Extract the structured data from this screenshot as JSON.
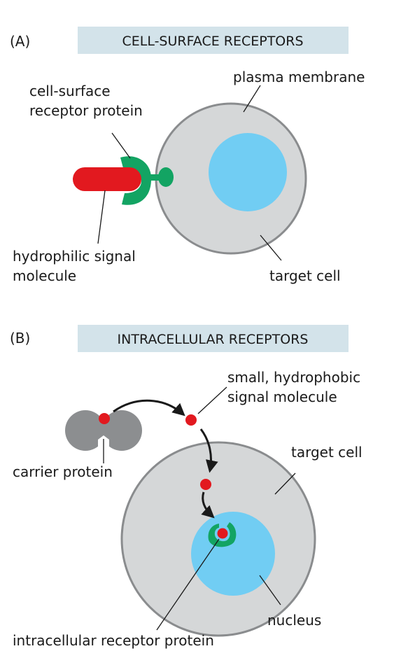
{
  "panel_a": {
    "letter": "(A)",
    "banner": "CELL-SURFACE RECEPTORS",
    "labels": {
      "receptor_line1": "cell-surface",
      "receptor_line2": "receptor protein",
      "membrane": "plasma membrane",
      "signal_line1": "hydrophilic signal",
      "signal_line2": "molecule",
      "cell": "target cell"
    }
  },
  "panel_b": {
    "letter": "(B)",
    "banner": "INTRACELLULAR RECEPTORS",
    "labels": {
      "signal_line1": "small, hydrophobic",
      "signal_line2": "signal molecule",
      "carrier": "carrier protein",
      "cell": "target cell",
      "nucleus": "nucleus",
      "receptor": "intracellular receptor protein"
    }
  },
  "colors": {
    "banner_bg": "#d3e3ea",
    "cell_fill": "#d5d7d8",
    "cell_stroke": "#8a8c8e",
    "nucleus": "#71cdf3",
    "receptor": "#13a463",
    "signal": "#e2191f",
    "carrier": "#8c8e90",
    "line": "#1a1a1a"
  }
}
